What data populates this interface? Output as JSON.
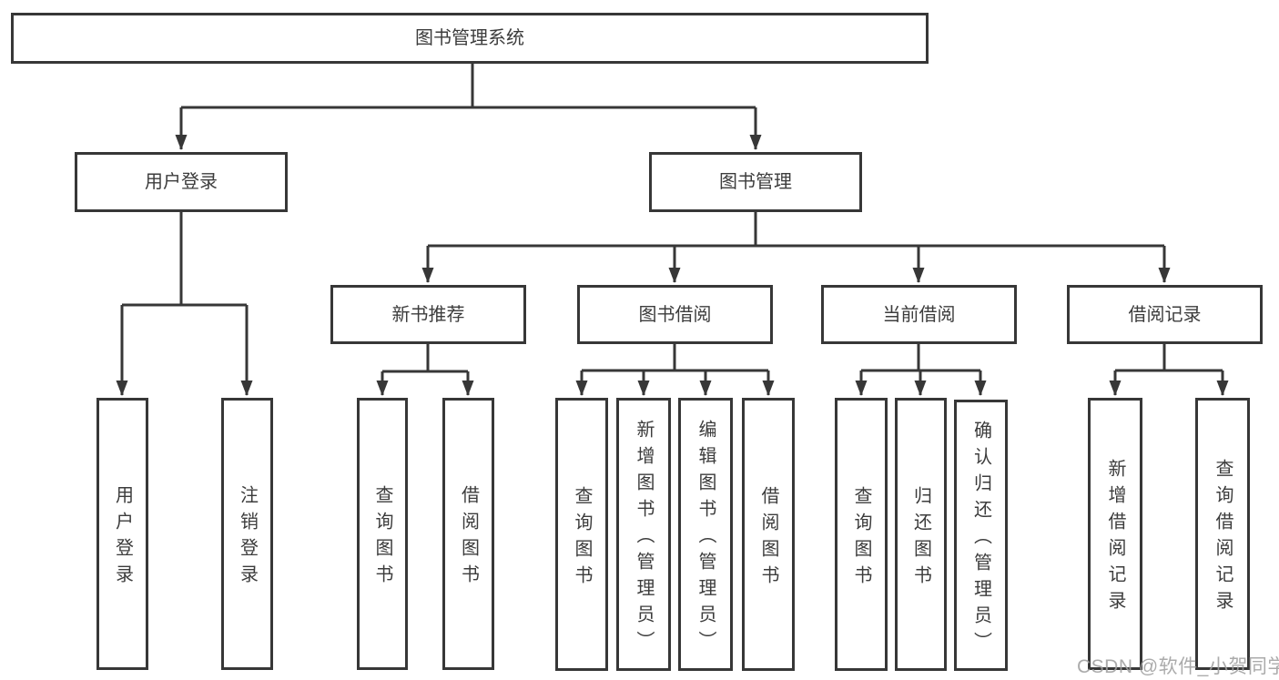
{
  "nodes": {
    "root": "图书管理系统",
    "user_login": "用户登录",
    "book_management": "图书管理",
    "new_book_recommend": "新书推荐",
    "book_borrowing": "图书借阅",
    "current_borrowing": "当前借阅",
    "borrowing_records": "借阅记录",
    "ul_user_login": "用户登录",
    "ul_logout": "注销登录",
    "nb_query_books": "查询图书",
    "nb_borrow_books": "借阅图书",
    "bb_query_books": "查询图书",
    "bb_add_books": "新增图书（管理员）",
    "bb_edit_books": "编辑图书（管理员）",
    "bb_borrow_books": "借阅图书",
    "cb_query_books": "查询图书",
    "cb_return_books": "归还图书",
    "cb_confirm_return": "确认归还（管理员）",
    "br_add_record": "新增借阅记录",
    "br_query_record": "查询借阅记录"
  },
  "watermark": {
    "text": "CSDN @软件_小贺同学"
  },
  "colors": {
    "line": "#373737",
    "text": "#3c3c3c",
    "watermark": "#a0a0a0",
    "background": "#ffffff"
  }
}
